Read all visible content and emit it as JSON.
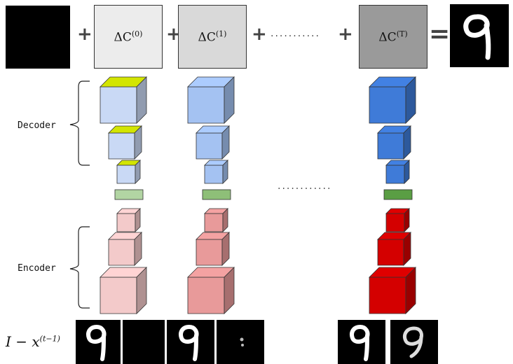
{
  "canvas_row": {
    "delta_labels": [
      {
        "base": "ΔC",
        "sup": "(0)",
        "fill": "#ececec"
      },
      {
        "base": "ΔC",
        "sup": "(1)",
        "fill": "#d9d9d9"
      },
      {
        "base": "ΔC",
        "sup": "(T)",
        "fill": "#9a9a9a"
      }
    ],
    "plus_symbol": "+",
    "equals_symbol": "=",
    "ellipsis": "..........."
  },
  "labels": {
    "decoder": "Decoder",
    "encoder": "Encoder",
    "input_base": "I − x",
    "input_sup": "(t−1)",
    "middle_ellipsis": "............"
  },
  "colors": {
    "decoder_columns": [
      "#c9d9f5",
      "#a4c2f2",
      "#3f7bd8"
    ],
    "latent_columns": [
      "#b2d5a3",
      "#8ebf78",
      "#5a9e44"
    ],
    "encoder_columns": [
      "#f3caca",
      "#e89a9a",
      "#d40000"
    ]
  }
}
